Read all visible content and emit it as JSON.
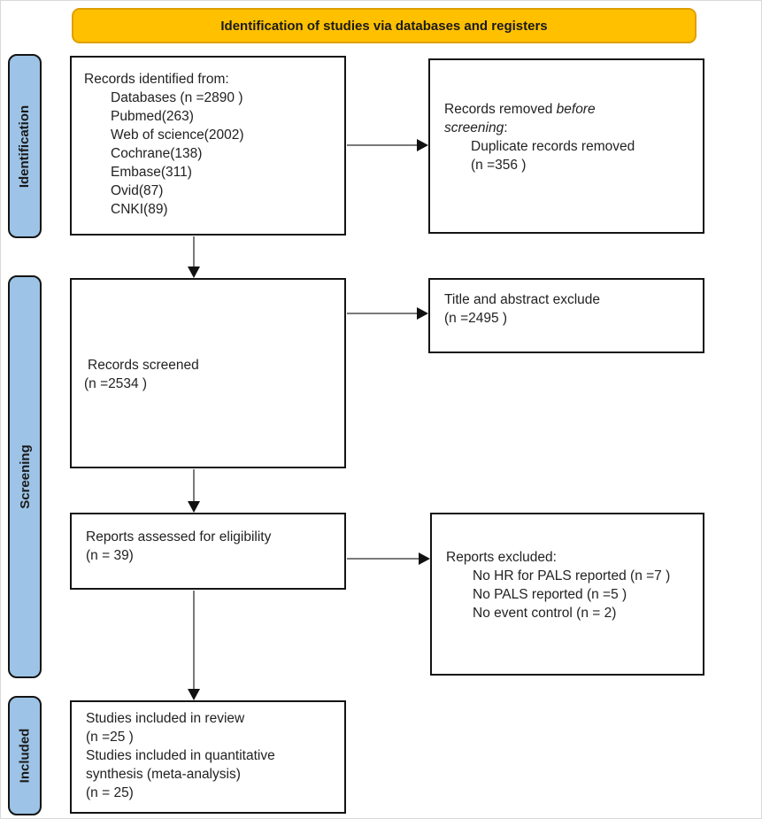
{
  "header": {
    "title": "Identification of studies via databases and registers"
  },
  "stages": {
    "identification": {
      "label": "Identification"
    },
    "screening": {
      "label": "Screening"
    },
    "included": {
      "label": "Included"
    }
  },
  "boxes": {
    "records_identified": {
      "title": "Records identified from:",
      "items": [
        "Databases (n =2890 )",
        "Pubmed(263)",
        "Web of science(2002)",
        "Cochrane(138)",
        "Embase(311)",
        "Ovid(87)",
        "CNKI(89)"
      ]
    },
    "records_removed": {
      "line1_prefix": "Records removed ",
      "line1_italic": "before",
      "line2_italic": "screening",
      "line2_suffix": ":",
      "items": [
        "Duplicate records removed",
        "(n =356 )"
      ]
    },
    "records_screened": {
      "line1": "Records screened",
      "line2": "(n =2534 )"
    },
    "title_abstract_excluded": {
      "line1": "Title and abstract exclude",
      "line2": "(n =2495 )"
    },
    "reports_assessed": {
      "line1": "Reports assessed for eligibility",
      "line2": "(n = 39)"
    },
    "reports_excluded": {
      "title": "Reports excluded:",
      "items": [
        "No HR for PALS reported (n =7 )",
        "No PALS reported (n =5 )",
        "No event control  (n = 2)"
      ]
    },
    "studies_included": {
      "lines": [
        "Studies included in review",
        "(n =25 )",
        "Studies included in quantitative",
        "synthesis (meta-analysis)",
        "(n = 25)"
      ]
    }
  },
  "colors": {
    "header_fill": "#FFC000",
    "header_border": "#E19E00",
    "stage_fill": "#9DC3E6",
    "stage_border": "#141414",
    "box_border": "#141414",
    "box_fill": "#FFFFFF",
    "arrow_shaft": "#7A7A7A",
    "arrow_head": "#111111",
    "text": "#222222"
  }
}
